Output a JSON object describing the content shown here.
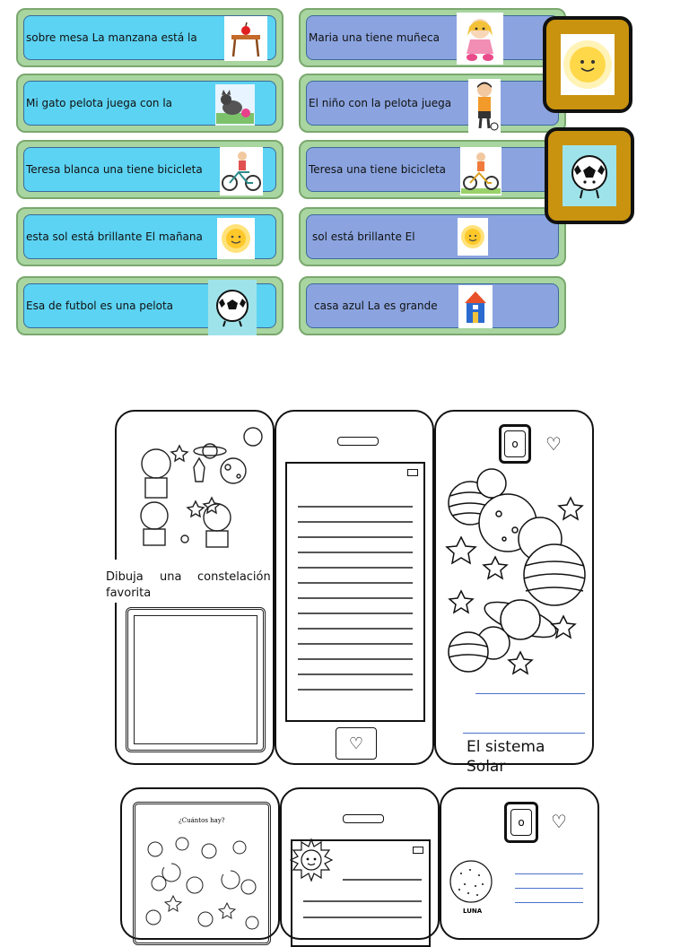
{
  "cards_left": [
    {
      "text": "sobre mesa La manzana está la",
      "icon": "table-apple-icon"
    },
    {
      "text": "Mi gato pelota juega con la",
      "icon": "cat-ball-icon"
    },
    {
      "text": "Teresa blanca una tiene bicicleta",
      "icon": "girl-bicycle-icon"
    },
    {
      "text": "esta sol está brillante El mañana",
      "icon": "sun-icon"
    },
    {
      "text": "Esa de futbol es una pelota",
      "icon": "soccer-ball-icon"
    }
  ],
  "cards_right": [
    {
      "text": "Maria una tiene muñeca",
      "icon": "doll-icon"
    },
    {
      "text": "El niño con la pelota juega",
      "icon": "boy-ball-icon"
    },
    {
      "text": "Teresa una tiene bicicleta",
      "icon": "girl-bicycle-icon"
    },
    {
      "text": "sol está brillante El",
      "icon": "sun-icon"
    },
    {
      "text": "casa azul La es grande",
      "icon": "blue-house-icon"
    }
  ],
  "answer_frames": [
    {
      "icon": "sun-icon"
    },
    {
      "icon": "soccer-ball-icon"
    }
  ],
  "booklet_top": {
    "left_prompt_1": "Dibuja",
    "left_prompt_2": "una",
    "left_prompt_3": "constelación",
    "left_prompt_4": "favorita",
    "right_title_1": "El sistema",
    "right_title_2": "Solar",
    "phone_camera_label": "o"
  },
  "booklet_bottom": {
    "left_heading": "¿Cuántos hay?",
    "right_caption": "LUNA",
    "phone_camera_label": "o"
  }
}
